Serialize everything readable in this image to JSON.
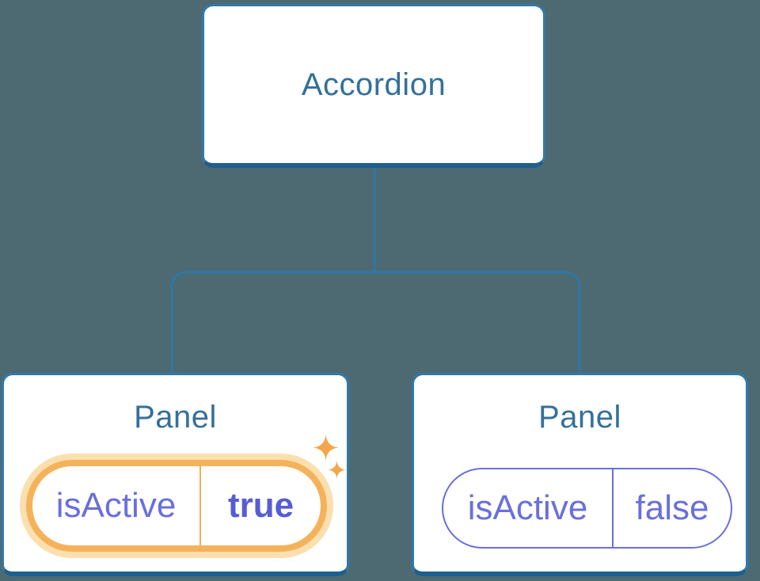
{
  "diagram": {
    "root": {
      "label": "Accordion"
    },
    "panels": [
      {
        "label": "Panel",
        "state": {
          "name": "isActive",
          "value": "true"
        },
        "highlighted": true,
        "icons": [
          "sparkle-icon",
          "sparkle-icon"
        ]
      },
      {
        "label": "Panel",
        "state": {
          "name": "isActive",
          "value": "false"
        },
        "highlighted": false,
        "icons": []
      }
    ]
  },
  "colors": {
    "background": "#4d6a72",
    "node_fill": "#ffffff",
    "node_border": "#3179a9",
    "node_border_bottom": "#1f5f8f",
    "connector": "#2f77a6",
    "label_blue": "#35709a",
    "state_purple": "#6a6fdb",
    "state_purple_bold": "#575cd4",
    "highlight_orange": "#f5b25a",
    "highlight_glow": "#fbdfaf",
    "sparkle_orange": "#f3a64b"
  }
}
